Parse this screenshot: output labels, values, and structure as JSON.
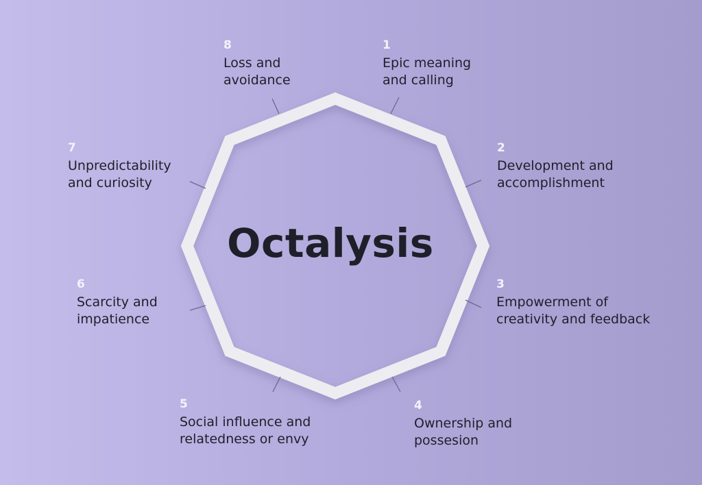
{
  "diagram": {
    "title": "Octalysis",
    "colors": {
      "octagon": "#ededf1",
      "tick": "#6d6892",
      "text": "#1f1f2a",
      "number": "#f4f2fb"
    },
    "drives": [
      {
        "number": "1",
        "line1": "Epic meaning",
        "line2": "and calling"
      },
      {
        "number": "2",
        "line1": "Development and",
        "line2": "accomplishment"
      },
      {
        "number": "3",
        "line1": "Empowerment of",
        "line2": "creativity and feedback"
      },
      {
        "number": "4",
        "line1": "Ownership and",
        "line2": "possesion"
      },
      {
        "number": "5",
        "line1": "Social influence and",
        "line2": "relatedness or envy"
      },
      {
        "number": "6",
        "line1": "Scarcity and",
        "line2": "impatience"
      },
      {
        "number": "7",
        "line1": "Unpredictability",
        "line2": "and curiosity"
      },
      {
        "number": "8",
        "line1": "Loss and",
        "line2": "avoidance"
      }
    ]
  }
}
